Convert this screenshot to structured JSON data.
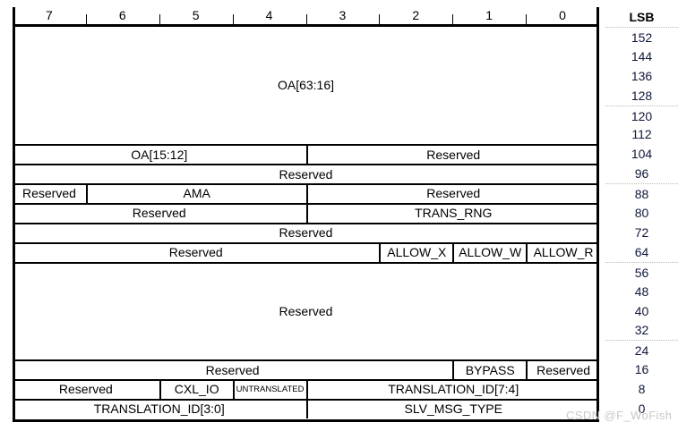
{
  "figure": {
    "type": "bit-field-register-layout",
    "bit_header": [
      "7",
      "6",
      "5",
      "4",
      "3",
      "2",
      "1",
      "0"
    ],
    "lsb_column_label": "LSB",
    "lsb_offsets": [
      "152",
      "144",
      "136",
      "128",
      "120",
      "112",
      "104",
      "96",
      "88",
      "80",
      "72",
      "64",
      "56",
      "48",
      "40",
      "32",
      "24",
      "16",
      "8",
      "0"
    ],
    "rows": [
      {
        "height": 6,
        "cells": [
          {
            "label": "OA[63:16]",
            "span": 8
          }
        ]
      },
      {
        "height": 1,
        "cells": [
          {
            "label": "OA[15:12]",
            "span": 4
          },
          {
            "label": "Reserved",
            "span": 4
          }
        ]
      },
      {
        "height": 1,
        "cells": [
          {
            "label": "Reserved",
            "span": 8
          }
        ]
      },
      {
        "height": 1,
        "cells": [
          {
            "label": "Reserved",
            "span": 1
          },
          {
            "label": "AMA",
            "span": 3
          },
          {
            "label": "Reserved",
            "span": 4
          }
        ]
      },
      {
        "height": 1,
        "cells": [
          {
            "label": "Reserved",
            "span": 4
          },
          {
            "label": "TRANS_RNG",
            "span": 4
          }
        ]
      },
      {
        "height": 1,
        "cells": [
          {
            "label": "Reserved",
            "span": 8
          }
        ]
      },
      {
        "height": 1,
        "cells": [
          {
            "label": "Reserved",
            "span": 5
          },
          {
            "label": "ALLOW_X",
            "span": 1
          },
          {
            "label": "ALLOW_W",
            "span": 1
          },
          {
            "label": "ALLOW_R",
            "span": 1
          }
        ]
      },
      {
        "height": 5,
        "cells": [
          {
            "label": "Reserved",
            "span": 8
          }
        ]
      },
      {
        "height": 1,
        "cells": [
          {
            "label": "Reserved",
            "span": 6
          },
          {
            "label": "BYPASS",
            "span": 1
          },
          {
            "label": "Reserved",
            "span": 1
          }
        ]
      },
      {
        "height": 1,
        "cells": [
          {
            "label": "Reserved",
            "span": 2
          },
          {
            "label": "CXL_IO",
            "span": 1
          },
          {
            "label": "UNTRANSLATED",
            "span": 1,
            "small": true
          },
          {
            "label": "TRANSLATION_ID[7:4]",
            "span": 4
          }
        ]
      },
      {
        "height": 1,
        "cells": [
          {
            "label": "TRANSLATION_ID[3:0]",
            "span": 4
          },
          {
            "label": "SLV_MSG_TYPE",
            "span": 4
          }
        ]
      }
    ]
  },
  "watermark": {
    "text": "CSDN @F_WoFish"
  },
  "colors": {
    "rule": "#000000",
    "background": "#ffffff",
    "lsb_text": "#10183a",
    "watermark": "#c8c8c8"
  }
}
